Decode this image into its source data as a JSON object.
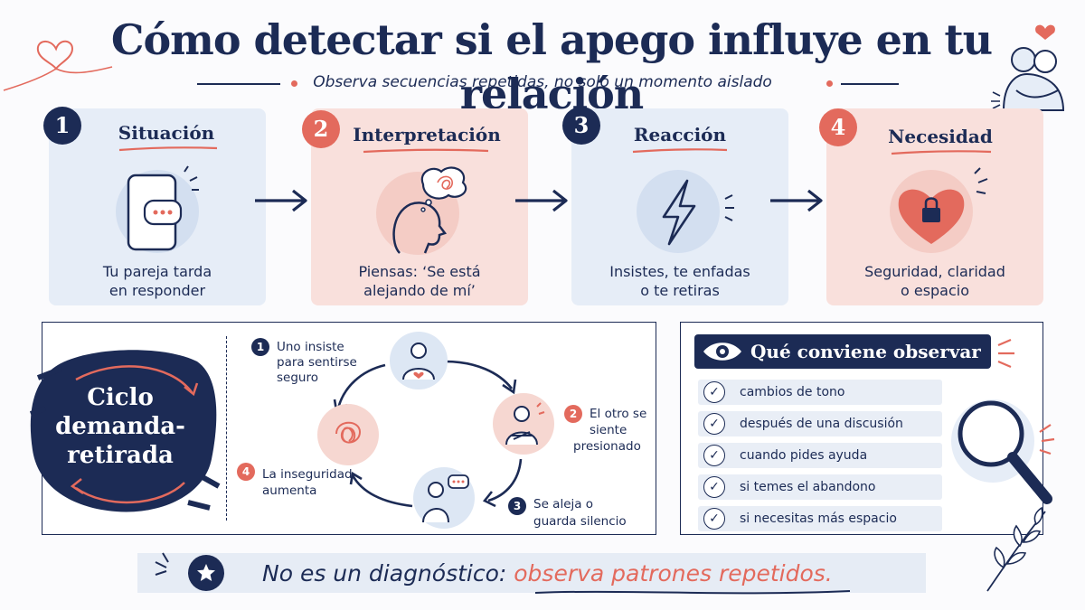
{
  "title": "Cómo detectar si el apego influye en tu relación",
  "subtitle": "Observa secuencias repetidas, no solo un momento aislado",
  "steps": [
    {
      "number": "1",
      "title": "Situación",
      "text_line1": "Tu pareja tarda",
      "text_line2": "en responder"
    },
    {
      "number": "2",
      "title": "Interpretación",
      "text_line1": "Piensas: ‘Se está",
      "text_line2": "alejando de mí’"
    },
    {
      "number": "3",
      "title": "Reacción",
      "text_line1": "Insistes, te enfadas",
      "text_line2": "o te retiras"
    },
    {
      "number": "4",
      "title": "Necesidad",
      "text_line1": "Seguridad, claridad",
      "text_line2": "o espacio"
    }
  ],
  "cycle": {
    "title_line1": "Ciclo",
    "title_line2": "demanda-",
    "title_line3": "retirada",
    "items": [
      {
        "number": "1",
        "line1": "Uno insiste",
        "line2": "para sentirse",
        "line3": "seguro"
      },
      {
        "number": "2",
        "line1": "El otro se",
        "line2": "siente",
        "line3": "presionado"
      },
      {
        "number": "3",
        "line1": "Se aleja o",
        "line2": "guarda silencio"
      },
      {
        "number": "4",
        "line1": "La inseguridad",
        "line2": "aumenta"
      }
    ]
  },
  "observe": {
    "title": "Qué conviene observar",
    "items": [
      "cambios de tono",
      "después de una discusión",
      "cuando pides ayuda",
      "si temes el abandono",
      "si necesitas más espacio"
    ]
  },
  "footer": {
    "prefix": "No es un diagnóstico: ",
    "highlight": "observa patrones repetidos."
  },
  "colors": {
    "navy": "#1c2b55",
    "coral": "#e36a5d",
    "light_blue": "#e6edf7",
    "light_pink": "#f9e0dc"
  }
}
